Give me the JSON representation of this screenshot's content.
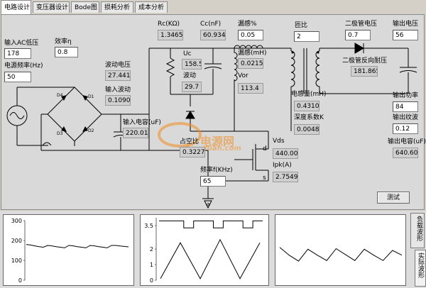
{
  "tabs": [
    "电路设计",
    "变压器设计",
    "Bode图",
    "损耗分析",
    "成本分析"
  ],
  "labels": {
    "vin_ac_min": "输入AC低压",
    "efficiency": "效率η",
    "line_freq": "电源频率(Hz)",
    "ripple_v": "波动电压",
    "input_ripple": "输入波动",
    "input_cap": "输入电容(uF)",
    "rc": "Rc(KΩ)",
    "cc": "Cc(nF)",
    "leakage_pct": "漏感%",
    "leakage_mh": "漏感(mH)",
    "vor": "Vor",
    "uc": "Uc",
    "ripple2": "波动",
    "ratio": "匝比",
    "diode_v": "二极管电压",
    "out_v": "输出电压",
    "diode_rev": "二极管反向耐压",
    "inductance": "电感量(mH)",
    "depth_k": "深度系数K",
    "out_power": "输出功率",
    "out_ripple": "输出纹波",
    "out_cap": "输出电容(uF)",
    "duty": "占空比",
    "switch_freq": "频率f(KHz)",
    "vds": "Vds",
    "ipk": "Ipk(A)",
    "d": "d",
    "s": "s",
    "ground": "a"
  },
  "values": {
    "vin_ac_min": "178",
    "efficiency": "0.8",
    "line_freq": "50",
    "ripple_v": "27.4414",
    "input_ripple": "0.10901",
    "input_cap": "220.016",
    "rc": "1.34655",
    "cc": "60.9344",
    "leakage_pct": "0.05",
    "leakage_mh": "0.02155",
    "vor": "113.4",
    "uc": "158.5",
    "ripple2": "29.7",
    "ratio": "2",
    "diode_v": "0.7",
    "out_v": "56",
    "diode_rev": "181.865",
    "inductance": "0.43102",
    "depth_k": "0.00487",
    "out_power": "84",
    "out_ripple": "0.12",
    "out_cap": "640.606",
    "duty": "0.32270",
    "switch_freq": "65",
    "vds": "440.005",
    "ipk": "2.75491"
  },
  "test_button": "测试",
  "watermark": {
    "brand": "电源网",
    "url": "DianYuan.com"
  },
  "side_tabs": [
    "负载波形",
    "实际波形"
  ],
  "colors": {
    "trace": "#000000",
    "panel": "#d9d9d9",
    "chart_bg": "#ffffff",
    "watermark": "#f08a1c"
  },
  "chart_data": [
    {
      "type": "line",
      "ylim": [
        0,
        300
      ],
      "yticks": [
        "300",
        "200",
        "100",
        "0"
      ],
      "y": [
        180,
        177,
        173,
        169,
        166,
        175,
        173,
        169,
        166,
        163,
        175,
        173,
        169,
        166,
        163,
        175,
        173,
        169,
        166,
        163,
        175,
        175,
        172,
        170,
        168
      ]
    },
    {
      "type": "line",
      "ylim": [
        0,
        4
      ],
      "yticks": [
        "3.5",
        "2",
        "1",
        "0"
      ],
      "series": [
        {
          "y": [
            3.8,
            3.8,
            3.8,
            3.8,
            3.8,
            3.35,
            3.35,
            3.8,
            3.8,
            3.8,
            3.8,
            3.35,
            3.35,
            3.8,
            3.8,
            3.8,
            3.8,
            3.35,
            3.35,
            3.8,
            3.8
          ]
        },
        {
          "y": [
            0.1,
            2.4,
            0.1,
            2.6,
            0.1,
            2.4
          ]
        }
      ]
    },
    {
      "type": "line",
      "y": [
        0.55,
        0.42,
        0.32,
        0.52,
        0.42,
        0.33,
        0.53,
        0.43,
        0.33,
        0.52,
        0.42,
        0.33,
        0.5,
        0.42
      ]
    }
  ]
}
